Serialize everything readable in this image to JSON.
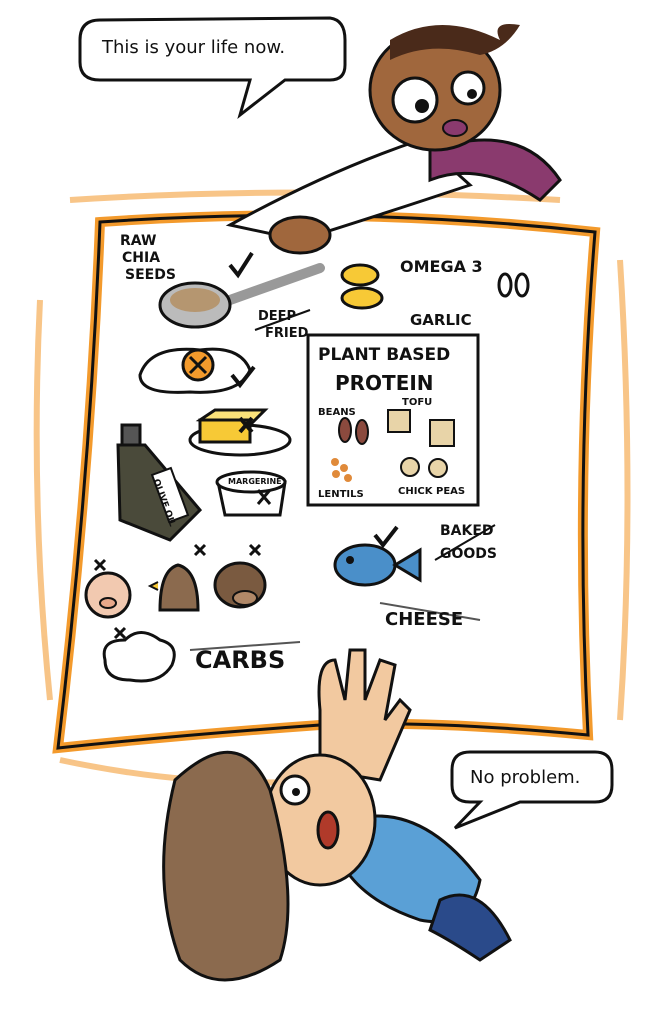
{
  "dialogue": {
    "doctor": "This is your life now.",
    "patient": "No problem."
  },
  "sheet_labels": {
    "chia": [
      "RAW",
      "CHIA",
      "SEEDS"
    ],
    "omega": "OMEGA 3",
    "garlic": "GARLIC",
    "deep_fried": [
      "DEEP",
      "FRIED"
    ],
    "plant_protein": [
      "PLANT BASED",
      "PROTEIN"
    ],
    "beans": "BEANS",
    "tofu": "TOFU",
    "lentils": "LENTILS",
    "chick_peas": "CHICK PEAS",
    "margerine": "MARGERINE",
    "olive_oil": "OLIVE OIL",
    "baked_goods": [
      "BAKED",
      "GOODS"
    ],
    "cheese": "CHEESE",
    "carbs": "CARBS"
  },
  "colors": {
    "sheet_border": "#f39a2c",
    "butter": "#f7c936",
    "fish": "#4a8fc9",
    "shirt": "#5aa0d6",
    "hat": "#8b6a4e",
    "doctor_skin": "#a0673d",
    "scrubs": "#8a3a6e"
  }
}
